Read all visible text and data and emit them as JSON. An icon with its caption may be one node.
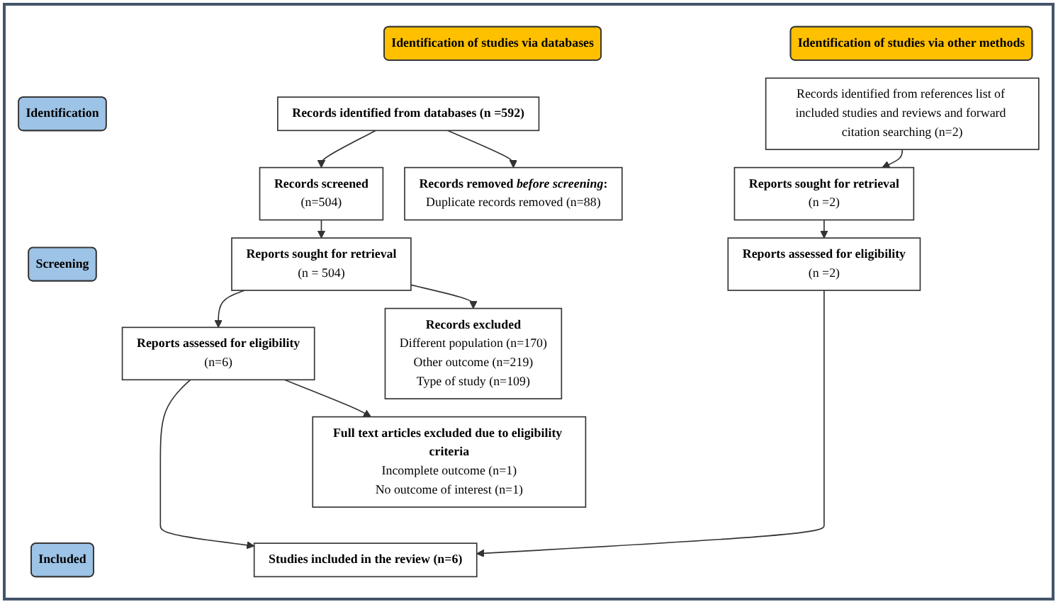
{
  "diagram": {
    "nodes": [
      {
        "text": [
          "Identification of studies via databases"
        ]
      },
      {
        "text": [
          "Identification of studies via other methods"
        ]
      },
      {
        "text": [
          "Identification"
        ]
      },
      {
        "text": [
          "Screening"
        ]
      },
      {
        "text": [
          "Included"
        ]
      },
      {
        "text": [
          "Records identified from databases (n =592)"
        ]
      },
      {
        "text": [
          "Records removed *before screening*:",
          "Duplicate records removed (n=88)"
        ]
      },
      {
        "text": [
          "Records identified from references list of included studies and reviews and forward citation searching (n=2)"
        ]
      },
      {
        "text": [
          "Records screened",
          "(n=504)"
        ]
      },
      {
        "text": [
          "Reports sought for retrieval",
          "(n = 504)"
        ]
      },
      {
        "text": [
          "Records excluded",
          "Different population (n=170)",
          "Other outcome (n=219)",
          "Type of study (n=109)"
        ]
      },
      {
        "text": [
          "Reports sought for retrieval",
          "(n =2)"
        ]
      },
      {
        "text": [
          "Reports assessed for eligibility",
          "(n=6)"
        ]
      },
      {
        "text": [
          "Full text articles excluded due to eligibility criteria",
          "Incomplete outcome (n=1)",
          "No outcome of interest (n=1)"
        ]
      },
      {
        "text": [
          "Reports assessed for eligibility",
          "(n =2)"
        ]
      },
      {
        "text": [
          "Studies included in the review (n=6)"
        ]
      }
    ],
    "edges": [
      {
        "from": 5,
        "to": 6,
        "arrow": "to"
      },
      {
        "from": 5,
        "to": 8,
        "arrow": "to"
      },
      {
        "from": 8,
        "to": 9,
        "arrow": "to"
      },
      {
        "from": 9,
        "to": 10,
        "arrow": "to"
      },
      {
        "from": 9,
        "to": 12,
        "arrow": "to"
      },
      {
        "from": 12,
        "to": 13,
        "arrow": "to"
      },
      {
        "from": 12,
        "to": 15,
        "arrow": "to"
      },
      {
        "from": 7,
        "to": 11,
        "arrow": "to"
      },
      {
        "from": 11,
        "to": 14,
        "arrow": "to"
      },
      {
        "from": 14,
        "to": 15,
        "arrow": "to"
      }
    ]
  }
}
